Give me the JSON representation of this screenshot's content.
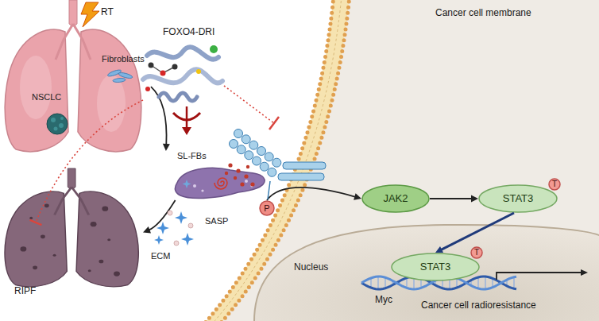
{
  "diagram": {
    "nodes": [
      {
        "text": [
          "Fibroblasts",
          "NSCLC"
        ]
      },
      {
        "text": [
          "SL-FBs"
        ]
      },
      {
        "text": [
          "RIPF"
        ]
      },
      {
        "text": [
          "P"
        ]
      },
      {
        "text": [
          "JAK2"
        ]
      },
      {
        "text": [
          "STAT3"
        ]
      },
      {
        "text": [
          "T"
        ],
        "in": 5
      },
      {
        "text": [
          "Nucleus"
        ]
      },
      {
        "text": [
          "STAT3"
        ],
        "in": 7
      },
      {
        "text": [
          "T"
        ],
        "in": 8
      }
    ],
    "edges": [
      {
        "from": 0,
        "to": 1,
        "arrow": "to"
      },
      {
        "from": 1,
        "to": 2,
        "arrow": "to"
      },
      {
        "from": 3,
        "to": 4,
        "arrow": "to"
      },
      {
        "from": 4,
        "to": 5,
        "arrow": "to"
      },
      {
        "from": 5,
        "to": 8,
        "arrow": "to"
      }
    ],
    "labels": [
      "RT",
      "FOXO4-DRI",
      "Cancer cell membrane",
      "SASP",
      "ECM",
      "Myc",
      "Cancer cell radioresistance"
    ]
  }
}
